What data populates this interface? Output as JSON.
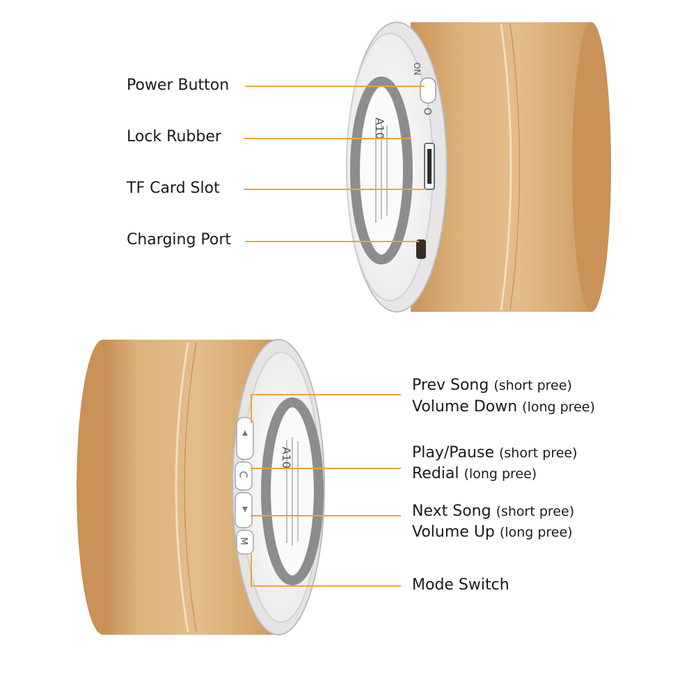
{
  "labels": {
    "power_button": "Power Button",
    "lock_rubber": "Lock Rubber",
    "tf_card_slot": "TF Card Slot",
    "charging_port": "Charging Port",
    "prev_song": "Prev Song",
    "prev_song_note": "(short pree)",
    "volume_down": "Volume Down",
    "volume_down_note": "(long pree)",
    "play_pause": "Play/Pause",
    "play_pause_note": "(short pree)",
    "redial": "Redial",
    "redial_note": "(long pree)",
    "next_song": "Next Song",
    "next_song_note": "(short pree)",
    "volume_up": "Volume Up",
    "volume_up_note": "(long pree)",
    "mode_switch": "Mode Switch"
  },
  "device": {
    "model_text": "A10",
    "switch_on": "ON",
    "switch_off": "O",
    "button_mode": "M"
  },
  "colors": {
    "gold_body": "#d9ad73",
    "leader_line": "#f2a23a",
    "face_white": "#f4f4f4",
    "ring_grey": "#8d8d8d"
  }
}
